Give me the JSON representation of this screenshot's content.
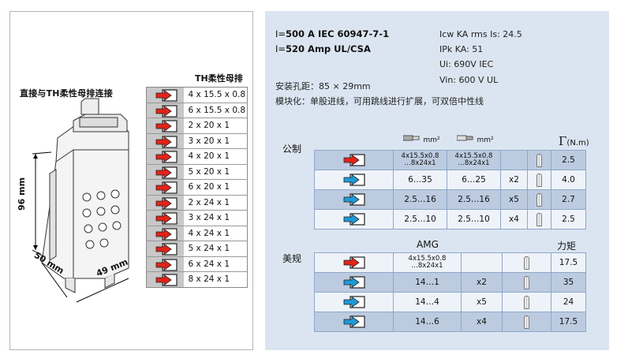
{
  "left": {
    "caption": "直接与TH柔性母排连接",
    "busbar_title": "TH柔性母排",
    "busbars": [
      "4 x 15.5 x 0.8",
      "6 x 15.5 x 0.8",
      "2 x 20 x 1",
      "3 x 20 x 1",
      "4 x 20 x 1",
      "5 x 20 x 1",
      "6 x 20 x 1",
      "2 x 24 x 1",
      "3 x 24 x 1",
      "4 x 24 x 1",
      "5 x 24 x 1",
      "6 x 24 x 1",
      "8 x 24 x 1"
    ],
    "dim_height": "96 mm",
    "dim_depth": "50 mm",
    "dim_width": "49 mm"
  },
  "specs": {
    "line1_prefix": "I=",
    "line1_value": "500 A IEC 60947-7-1",
    "line2_prefix": "I=",
    "line2_value": "520 Amp UL/CSA",
    "icw": "Icw KA rms Is: 24.5",
    "ipk": "IPk KA: 51",
    "ui": "Ui: 690V IEC",
    "vin": "Vin: 600 V UL",
    "mounting": "安装孔距：85 × 29mm",
    "modular": "模块化：单股进线，可用跳线进行扩展，可双倍中性线"
  },
  "metric": {
    "title": "公制",
    "unit1": "mm²",
    "unit2": "mm²",
    "torque_symbol": "Γ",
    "torque_unit": "(N.m)",
    "rows": [
      {
        "type": "red",
        "a": "4x15.5x0.8\n…8x24x1",
        "b": "4x15.5x0.8\n…8x24x1",
        "mult": "",
        "torque": "2.5"
      },
      {
        "type": "blue",
        "a": "6…35",
        "b": "6…25",
        "mult": "x2",
        "torque": "4.0"
      },
      {
        "type": "blue",
        "a": "2.5…16",
        "b": "2.5…16",
        "mult": "x5",
        "torque": "2.7"
      },
      {
        "type": "blue",
        "a": "2.5…10",
        "b": "2.5…10",
        "mult": "x4",
        "torque": "2.5"
      }
    ]
  },
  "us": {
    "title": "美规",
    "col_awg": "AMG",
    "col_torque": "力矩",
    "rows": [
      {
        "type": "red",
        "a": "4x15.5x0.8\n…8x24x1",
        "mult": "",
        "torque": "17.5"
      },
      {
        "type": "blue",
        "a": "14…1",
        "mult": "x2",
        "torque": "35"
      },
      {
        "type": "blue",
        "a": "14…4",
        "mult": "x5",
        "torque": "24"
      },
      {
        "type": "blue",
        "a": "14…6",
        "mult": "x4",
        "torque": "17.5"
      }
    ]
  },
  "colors": {
    "red": "#e2231a",
    "blue": "#1e9ad6",
    "panel": "#dbe5f1"
  }
}
